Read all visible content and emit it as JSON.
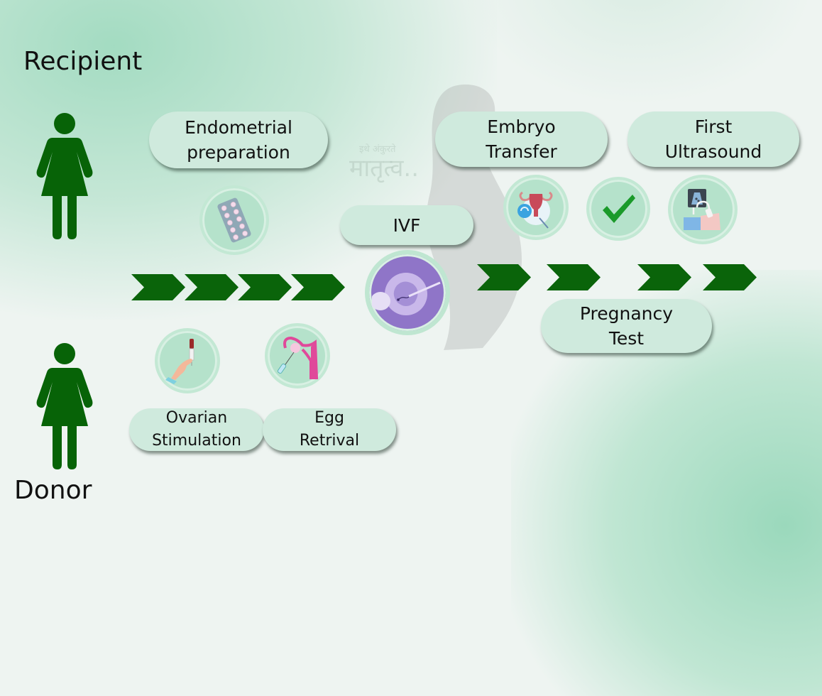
{
  "roles": {
    "recipient": "Recipient",
    "donor": "Donor"
  },
  "watermark": {
    "small_text": "इथे अंकुरते",
    "big_text": "मातृत्व.."
  },
  "colors": {
    "figure_green": "#076307",
    "chevron_green": "#0a640a",
    "pill_bg": "#cfeadd",
    "icon_circle_bg": "#b5e2cb",
    "check_green": "#1a9a2a"
  },
  "recipient_steps": [
    {
      "id": "endometrial",
      "line1": "Endometrial",
      "line2": "preparation",
      "icon": "pill-blister-icon"
    },
    {
      "id": "embryo-transfer",
      "line1": "Embryo",
      "line2": "Transfer",
      "icon": "uterus-transfer-icon"
    },
    {
      "id": "pregnancy-test",
      "line1": "Pregnancy",
      "line2": "Test",
      "icon": "checkmark-icon"
    },
    {
      "id": "first-ultrasound",
      "line1": "First",
      "line2": "Ultrasound",
      "icon": "ultrasound-icon"
    }
  ],
  "shared_step": {
    "id": "ivf",
    "label": "IVF",
    "icon": "icsi-egg-icon"
  },
  "donor_steps": [
    {
      "id": "ovarian-stimulation",
      "line1": "Ovarian",
      "line2": "Stimulation",
      "icon": "injection-hand-icon"
    },
    {
      "id": "egg-retrival",
      "line1": "Egg",
      "line2": "Retrival",
      "icon": "egg-retrieval-icon"
    }
  ],
  "flow": {
    "left_chevrons": 4,
    "right_chevrons": 4
  }
}
